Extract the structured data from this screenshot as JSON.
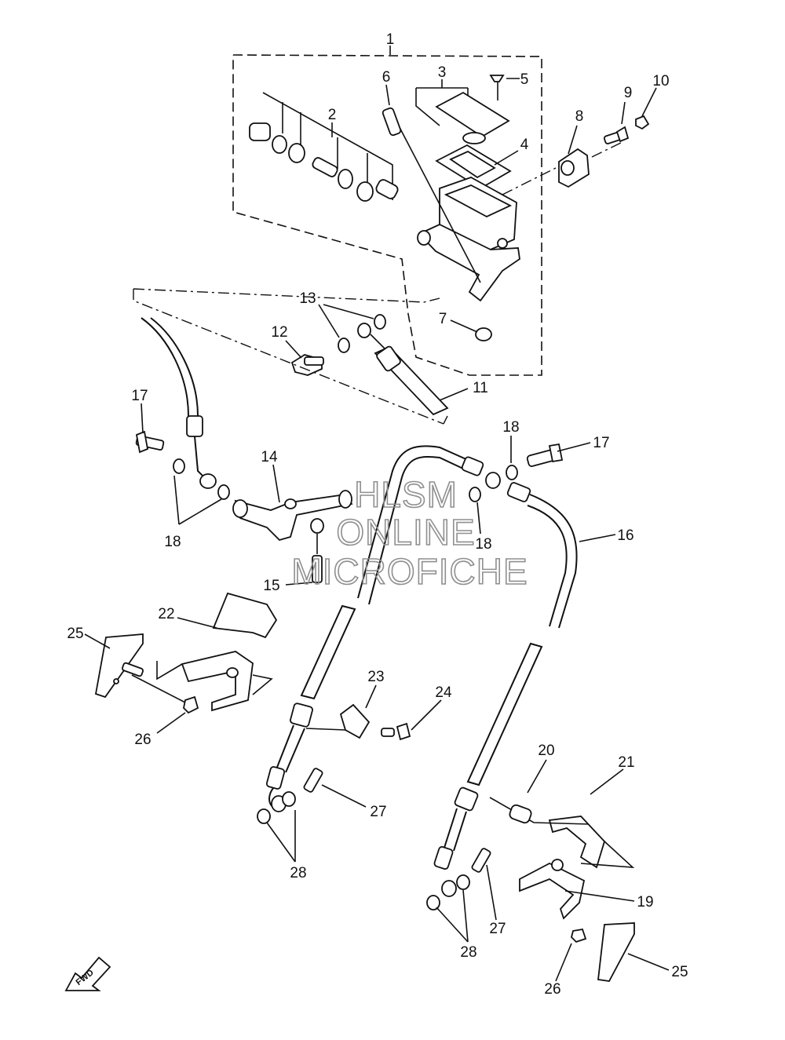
{
  "callouts": {
    "c1": "1",
    "c2": "2",
    "c3": "3",
    "c4": "4",
    "c5": "5",
    "c6": "6",
    "c7": "7",
    "c8": "8",
    "c9": "9",
    "c10": "10",
    "c11": "11",
    "c12": "12",
    "c13": "13",
    "c14": "14",
    "c15": "15",
    "c16": "16",
    "c17a": "17",
    "c17b": "17",
    "c18a": "18",
    "c18b": "18",
    "c18c": "18",
    "c19": "19",
    "c20": "20",
    "c21": "21",
    "c22": "22",
    "c23": "23",
    "c24": "24",
    "c25a": "25",
    "c25b": "25",
    "c26a": "26",
    "c26b": "26",
    "c27a": "27",
    "c27b": "27",
    "c28a": "28",
    "c28b": "28"
  },
  "watermark": {
    "line1": "HLSM",
    "line2": "ONLINE",
    "line3": "MICROFICHE"
  },
  "fwd_arrow": "FWD"
}
